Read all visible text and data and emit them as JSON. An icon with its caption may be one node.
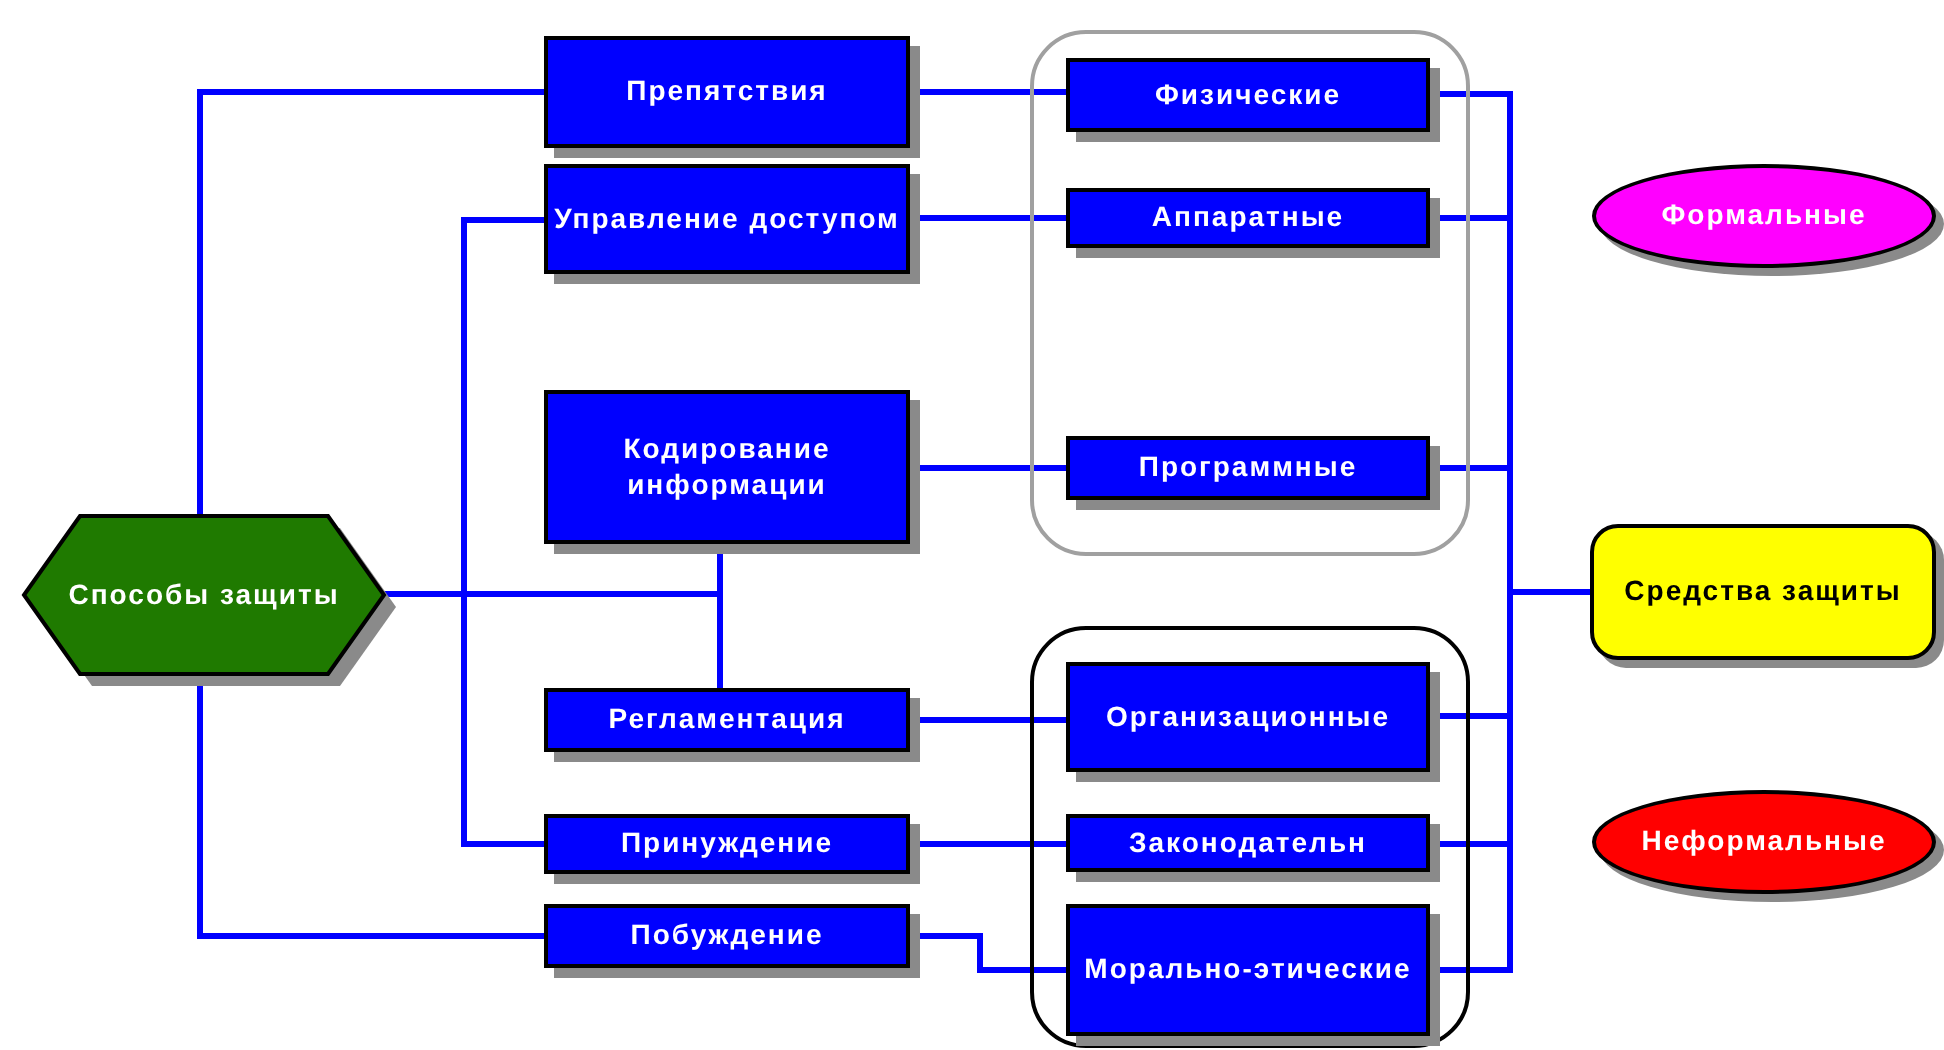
{
  "diagram": {
    "nodes": [
      {
        "text": [
          "Способы защиты"
        ]
      },
      {
        "text": [
          "Препятствия"
        ]
      },
      {
        "text": [
          "Управление доступом"
        ]
      },
      {
        "text": [
          "Кодирование информации"
        ]
      },
      {
        "text": [
          "Регламентация"
        ]
      },
      {
        "text": [
          "Принуждение"
        ]
      },
      {
        "text": [
          "Побуждение"
        ]
      },
      {
        "text": [],
        "shape": "box"
      },
      {
        "text": [
          "Физические"
        ],
        "in": 7
      },
      {
        "text": [
          "Аппаратные"
        ],
        "in": 7
      },
      {
        "text": [
          "Программные"
        ],
        "in": 7
      },
      {
        "text": [],
        "shape": "box"
      },
      {
        "text": [
          "Организационные"
        ],
        "in": 11
      },
      {
        "text": [
          "Законодательн"
        ],
        "in": 11
      },
      {
        "text": [
          "Морально-этические"
        ],
        "in": 11
      },
      {
        "text": [
          "Формальные"
        ]
      },
      {
        "text": [
          "Средства защиты"
        ]
      },
      {
        "text": [
          "Неформальные"
        ]
      }
    ],
    "edges": [
      {
        "from": 0,
        "to": 1,
        "arrow": "none"
      },
      {
        "from": 0,
        "to": 2,
        "arrow": "none"
      },
      {
        "from": 0,
        "to": 3,
        "arrow": "none"
      },
      {
        "from": 0,
        "to": 4,
        "arrow": "none"
      },
      {
        "from": 0,
        "to": 5,
        "arrow": "none"
      },
      {
        "from": 0,
        "to": 6,
        "arrow": "none"
      },
      {
        "from": 1,
        "to": 8,
        "arrow": "none"
      },
      {
        "from": 2,
        "to": 9,
        "arrow": "none"
      },
      {
        "from": 3,
        "to": 10,
        "arrow": "none"
      },
      {
        "from": 4,
        "to": 12,
        "arrow": "none"
      },
      {
        "from": 5,
        "to": 13,
        "arrow": "none"
      },
      {
        "from": 6,
        "to": 14,
        "arrow": "none"
      },
      {
        "from": 8,
        "to": 16,
        "arrow": "none"
      },
      {
        "from": 9,
        "to": 16,
        "arrow": "none"
      },
      {
        "from": 10,
        "to": 16,
        "arrow": "none"
      },
      {
        "from": 12,
        "to": 16,
        "arrow": "none"
      },
      {
        "from": 13,
        "to": 16,
        "arrow": "none"
      },
      {
        "from": 14,
        "to": 16,
        "arrow": "none"
      }
    ]
  }
}
